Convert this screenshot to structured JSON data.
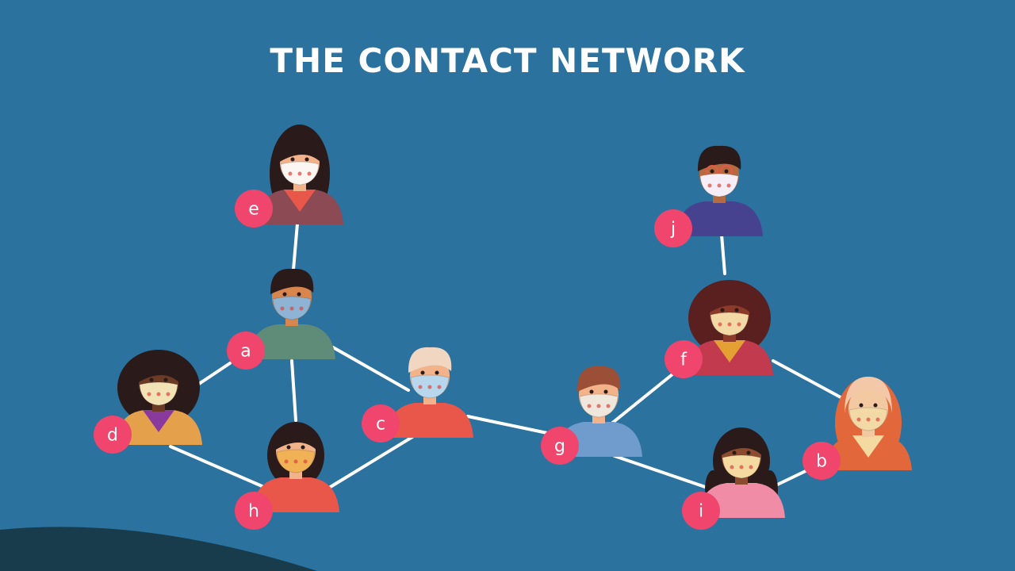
{
  "title": "THE CONTACT NETWORK",
  "colors": {
    "background": "#2b729e",
    "edge": "#ffffff",
    "badge": "#f0466d",
    "corner": "#183c4b"
  },
  "people": [
    {
      "id": "e",
      "label": "e",
      "shirt": "#e9574b",
      "jacket": "#8c4a55",
      "skin": "#f2b28a",
      "hair": "#2a1a1a",
      "mask": "#fbf6f2",
      "hairstyle": "long"
    },
    {
      "id": "a",
      "label": "a",
      "shirt": "#5e8c78",
      "jacket": "#5e8c78",
      "skin": "#d8864d",
      "hair": "#2a1a1a",
      "mask": "#8fb3d4",
      "hairstyle": "short"
    },
    {
      "id": "d",
      "label": "d",
      "shirt": "#8a3a9c",
      "jacket": "#e5a04c",
      "skin": "#6b3b26",
      "hair": "#2a1a1a",
      "mask": "#f2e3b6",
      "hairstyle": "curly"
    },
    {
      "id": "h",
      "label": "h",
      "shirt": "#e9574b",
      "jacket": "#e9574b",
      "skin": "#f2b28a",
      "hair": "#2a1a1a",
      "mask": "#f0b254",
      "hairstyle": "bob"
    },
    {
      "id": "c",
      "label": "c",
      "shirt": "#e9574b",
      "jacket": "#e9574b",
      "skin": "#f2b28a",
      "hair": "#f1d7c2",
      "mask": "#b8d7ec",
      "hairstyle": "short"
    },
    {
      "id": "g",
      "label": "g",
      "shirt": "#6f9ccd",
      "jacket": "#6f9ccd",
      "skin": "#f2b28a",
      "hair": "#9a4f36",
      "mask": "#efe6dc",
      "hairstyle": "short"
    },
    {
      "id": "j",
      "label": "j",
      "shirt": "#46428f",
      "jacket": "#46428f",
      "skin": "#b56b3e",
      "hair": "#2a1a1a",
      "mask": "#f5eef6",
      "hairstyle": "short"
    },
    {
      "id": "f",
      "label": "f",
      "shirt": "#e4a033",
      "jacket": "#c23a4e",
      "skin": "#8c3a2a",
      "hair": "#5a1f1f",
      "mask": "#f2d9a6",
      "hairstyle": "curly"
    },
    {
      "id": "b",
      "label": "b",
      "shirt": "#f4d9a0",
      "jacket": "#e2683c",
      "skin": "#f2c9a0",
      "hair": "#e2683c",
      "mask": "#f2d9a6",
      "hairstyle": "hijab"
    },
    {
      "id": "i",
      "label": "i",
      "shirt": "#f08ca6",
      "jacket": "#f08ca6",
      "skin": "#8c4a2f",
      "hair": "#2a1a1a",
      "mask": "#f4d9a0",
      "hairstyle": "pigtails"
    }
  ],
  "edges": [
    [
      "e",
      "a"
    ],
    [
      "a",
      "d"
    ],
    [
      "a",
      "h"
    ],
    [
      "a",
      "c"
    ],
    [
      "d",
      "h"
    ],
    [
      "h",
      "c"
    ],
    [
      "c",
      "g"
    ],
    [
      "g",
      "f"
    ],
    [
      "g",
      "i"
    ],
    [
      "j",
      "f"
    ],
    [
      "f",
      "b"
    ],
    [
      "i",
      "b"
    ]
  ]
}
